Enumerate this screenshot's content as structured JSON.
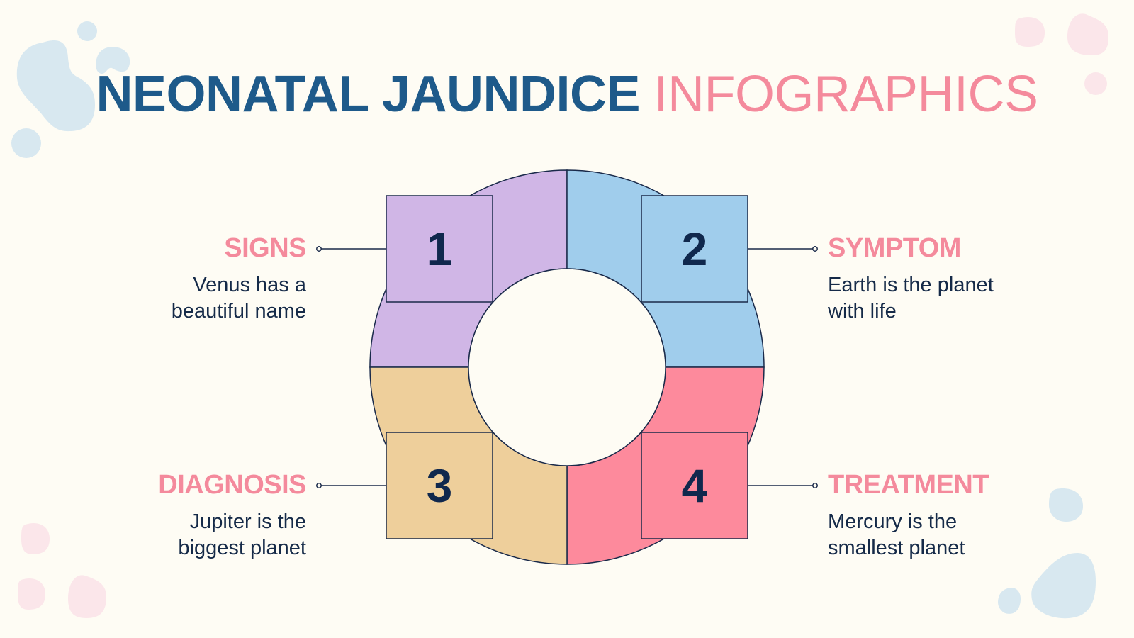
{
  "title": {
    "bold": "NEONATAL JAUNDICE",
    "light": "INFOGRAPHICS"
  },
  "colors": {
    "background": "#fefcf4",
    "title_dark": "#1e5a8a",
    "title_pink": "#f48a9c",
    "heading_pink": "#f48a9c",
    "text_dark": "#152a48",
    "outline": "#1a2a4a",
    "segment_1": "#d0b6e6",
    "segment_2": "#a0cdec",
    "segment_3": "#eecf9b",
    "segment_4": "#fd8a9c",
    "blob_blue": "#d8e8f0",
    "blob_pink": "#fbe6ea"
  },
  "steps": [
    {
      "number": "1",
      "heading": "SIGNS",
      "description": "Venus has a beautiful name"
    },
    {
      "number": "2",
      "heading": "SYMPTOM",
      "description": "Earth is the planet with life"
    },
    {
      "number": "3",
      "heading": "DIAGNOSIS",
      "description": "Jupiter is the biggest planet"
    },
    {
      "number": "4",
      "heading": "TREATMENT",
      "description": "Mercury is the smallest planet"
    }
  ]
}
